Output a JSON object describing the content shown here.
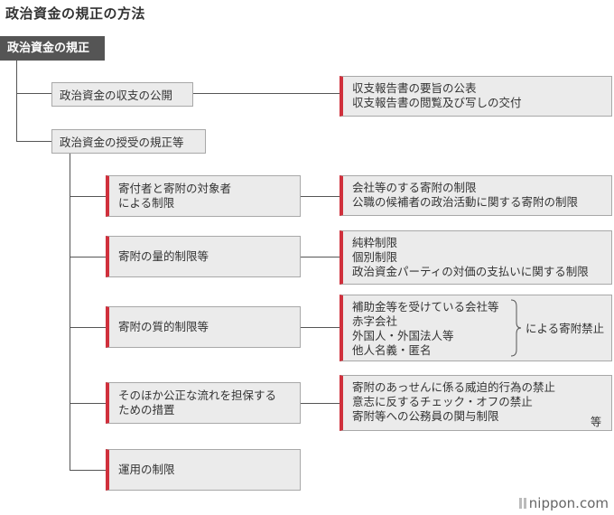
{
  "title": "政治資金の規正の方法",
  "root": "政治資金の規正",
  "level1": [
    {
      "label": "政治資金の収支の公開"
    },
    {
      "label": "政治資金の授受の規正等"
    }
  ],
  "disclosure_items": [
    "収支報告書の要旨の公表",
    "収支報告書の閲覧及び写しの交付"
  ],
  "level2": [
    {
      "label_lines": [
        "寄付者と寄附の対象者",
        "による制限"
      ],
      "details": [
        "会社等のする寄附の制限",
        "公職の候補者の政治活動に関する寄附の制限"
      ]
    },
    {
      "label_lines": [
        "寄附の量的制限等"
      ],
      "details": [
        "純粋制限",
        "個別制限",
        "政治資金パーティの対価の支払いに関する制限"
      ]
    },
    {
      "label_lines": [
        "寄附の質的制限等"
      ],
      "details": [
        "補助金等を受けている会社等",
        "赤字会社",
        "外国人・外国法人等",
        "他人名義・匿名"
      ]
    },
    {
      "label_lines": [
        "そのほか公正な流れを担保する",
        "ための措置"
      ],
      "details": [
        "寄附のあっせんに係る威迫的行為の禁止",
        "意志に反するチェック・オフの禁止",
        "寄附等への公務員の関与制限"
      ]
    },
    {
      "label_lines": [
        "運用の制限"
      ],
      "details": []
    }
  ],
  "brace_label": "による寄附禁止",
  "etc_label": "等",
  "logo": "nippon.com",
  "colors": {
    "accent": "#d0303c",
    "root_bg": "#555555",
    "box_bg": "#ebebeb"
  }
}
